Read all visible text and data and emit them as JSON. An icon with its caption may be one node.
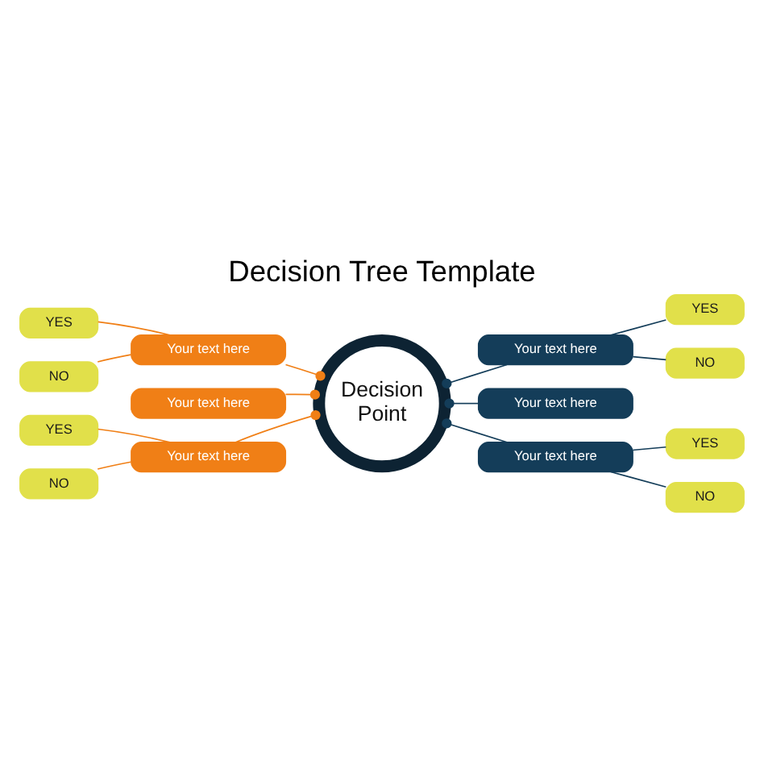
{
  "diagram": {
    "title": "Decision Tree Template",
    "nodes": [
      {
        "text": [
          "YES"
        ]
      },
      {
        "text": [
          "NO"
        ]
      },
      {
        "text": [
          "Your text here"
        ]
      },
      {
        "text": [
          "Your text here"
        ]
      },
      {
        "text": [
          "YES"
        ]
      },
      {
        "text": [
          "NO"
        ]
      },
      {
        "text": [
          "Your text here"
        ]
      },
      {
        "text": [
          "Decision Point"
        ]
      },
      {
        "text": [
          "Your text here"
        ]
      },
      {
        "text": [
          "YES"
        ]
      },
      {
        "text": [
          "NO"
        ]
      },
      {
        "text": [
          "Your text here"
        ]
      },
      {
        "text": [
          "Your text here"
        ]
      },
      {
        "text": [
          "YES"
        ]
      },
      {
        "text": [
          "NO"
        ]
      }
    ],
    "edges": [
      {
        "from": 7,
        "to": 2,
        "arrow": "other",
        "color": "#f07f16"
      },
      {
        "from": 2,
        "to": 0,
        "arrow": "none",
        "color": "#f07f16"
      },
      {
        "from": 2,
        "to": 1,
        "arrow": "none",
        "color": "#f07f16"
      },
      {
        "from": 7,
        "to": 3,
        "arrow": "other",
        "color": "#143d59"
      },
      {
        "from": 3,
        "to": 4,
        "arrow": "none",
        "color": "#143d59"
      },
      {
        "from": 3,
        "to": 5,
        "arrow": "none",
        "color": "#143d59"
      },
      {
        "from": 7,
        "to": 6,
        "arrow": "other",
        "color": "#f07f16"
      },
      {
        "from": 7,
        "to": 8,
        "arrow": "other",
        "color": "#143d59"
      },
      {
        "from": 7,
        "to": 11,
        "arrow": "other",
        "color": "#f07f16"
      },
      {
        "from": 11,
        "to": 9,
        "arrow": "none",
        "color": "#f07f16"
      },
      {
        "from": 11,
        "to": 10,
        "arrow": "none",
        "color": "#f07f16"
      },
      {
        "from": 7,
        "to": 12,
        "arrow": "other",
        "color": "#143d59"
      },
      {
        "from": 12,
        "to": 13,
        "arrow": "none",
        "color": "#143d59"
      },
      {
        "from": 12,
        "to": 14,
        "arrow": "none",
        "color": "#143d59"
      }
    ]
  }
}
